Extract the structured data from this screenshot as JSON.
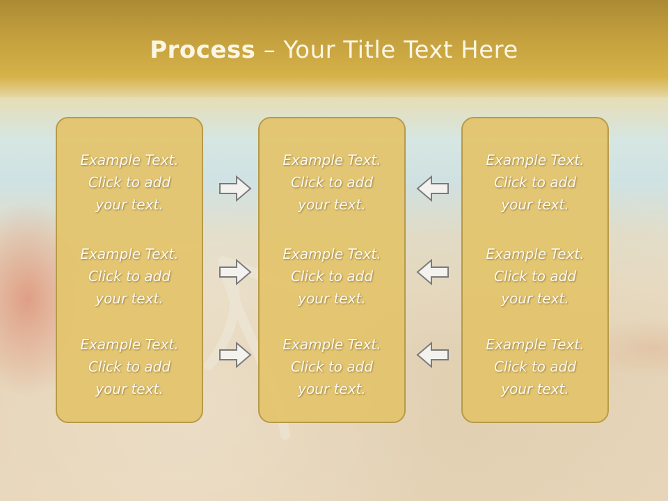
{
  "title": {
    "bold": "Process",
    "rest": " – Your Title Text Here"
  },
  "columns": [
    {
      "items": [
        {
          "l1": "Example Text.",
          "l2": "Click  to add",
          "l3": "your text."
        },
        {
          "l1": "Example Text.",
          "l2": "Click  to add",
          "l3": "your text."
        },
        {
          "l1": "Example Text.",
          "l2": "Click  to add",
          "l3": "your text."
        }
      ]
    },
    {
      "items": [
        {
          "l1": "Example Text.",
          "l2": "Click  to add",
          "l3": "your text."
        },
        {
          "l1": "Example Text.",
          "l2": "Click  to add",
          "l3": "your text."
        },
        {
          "l1": "Example Text.",
          "l2": "Click  to add",
          "l3": "your text."
        }
      ]
    },
    {
      "items": [
        {
          "l1": "Example Text.",
          "l2": "Click  to add",
          "l3": "your text."
        },
        {
          "l1": "Example Text.",
          "l2": "Click  to add",
          "l3": "your text."
        },
        {
          "l1": "Example Text.",
          "l2": "Click  to add",
          "l3": "your text."
        }
      ]
    }
  ],
  "arrows": {
    "left_group": "right-arrow-icon",
    "right_group": "left-arrow-icon"
  },
  "colors": {
    "title_band": "#c6a23f",
    "box_fill": "#e3c46c",
    "box_border": "#b79a48",
    "text": "#fdf9ee"
  }
}
